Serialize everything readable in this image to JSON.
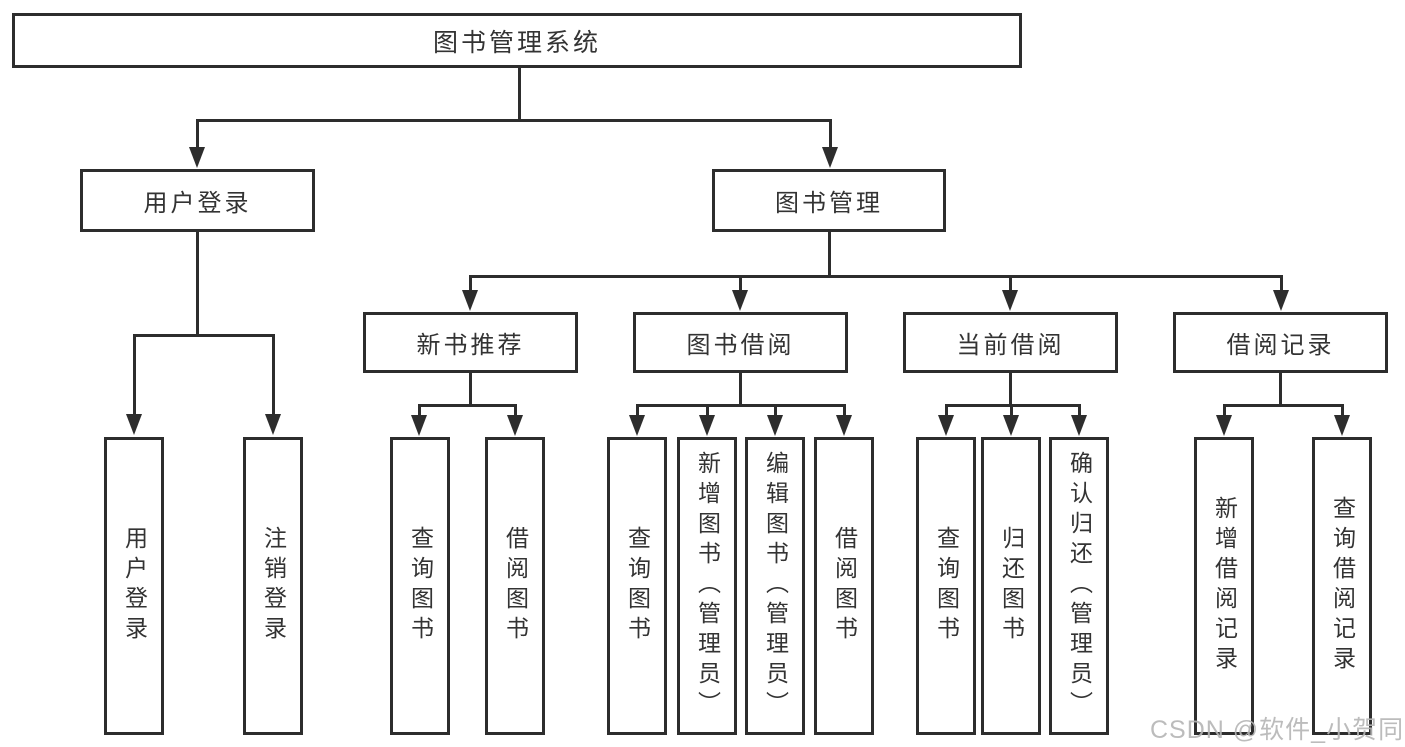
{
  "diagram": {
    "root": {
      "label": "图书管理系统"
    },
    "level2": [
      {
        "label": "用户登录"
      },
      {
        "label": "图书管理"
      }
    ],
    "level3": [
      {
        "label": "新书推荐",
        "parent": "图书管理"
      },
      {
        "label": "图书借阅",
        "parent": "图书管理"
      },
      {
        "label": "当前借阅",
        "parent": "图书管理"
      },
      {
        "label": "借阅记录",
        "parent": "图书管理"
      }
    ],
    "leaves": [
      {
        "label": "用户登录",
        "parent": "用户登录"
      },
      {
        "label": "注销登录",
        "parent": "用户登录"
      },
      {
        "label": "查询图书",
        "parent": "新书推荐"
      },
      {
        "label": "借阅图书",
        "parent": "新书推荐"
      },
      {
        "label": "查询图书",
        "parent": "图书借阅"
      },
      {
        "label": "新增图书（管理员）",
        "parent": "图书借阅"
      },
      {
        "label": "编辑图书（管理员）",
        "parent": "图书借阅"
      },
      {
        "label": "借阅图书",
        "parent": "图书借阅"
      },
      {
        "label": "查询图书",
        "parent": "当前借阅"
      },
      {
        "label": "归还图书",
        "parent": "当前借阅"
      },
      {
        "label": "确认归还（管理员）",
        "parent": "当前借阅"
      },
      {
        "label": "新增借阅记录",
        "parent": "借阅记录"
      },
      {
        "label": "查询借阅记录",
        "parent": "借阅记录"
      }
    ]
  },
  "watermark": {
    "text": "CSDN @软件_小贺同学"
  },
  "colors": {
    "line": "#2d2d2d",
    "text": "#333333",
    "watermark": "#b5b5b5",
    "background": "#ffffff"
  }
}
